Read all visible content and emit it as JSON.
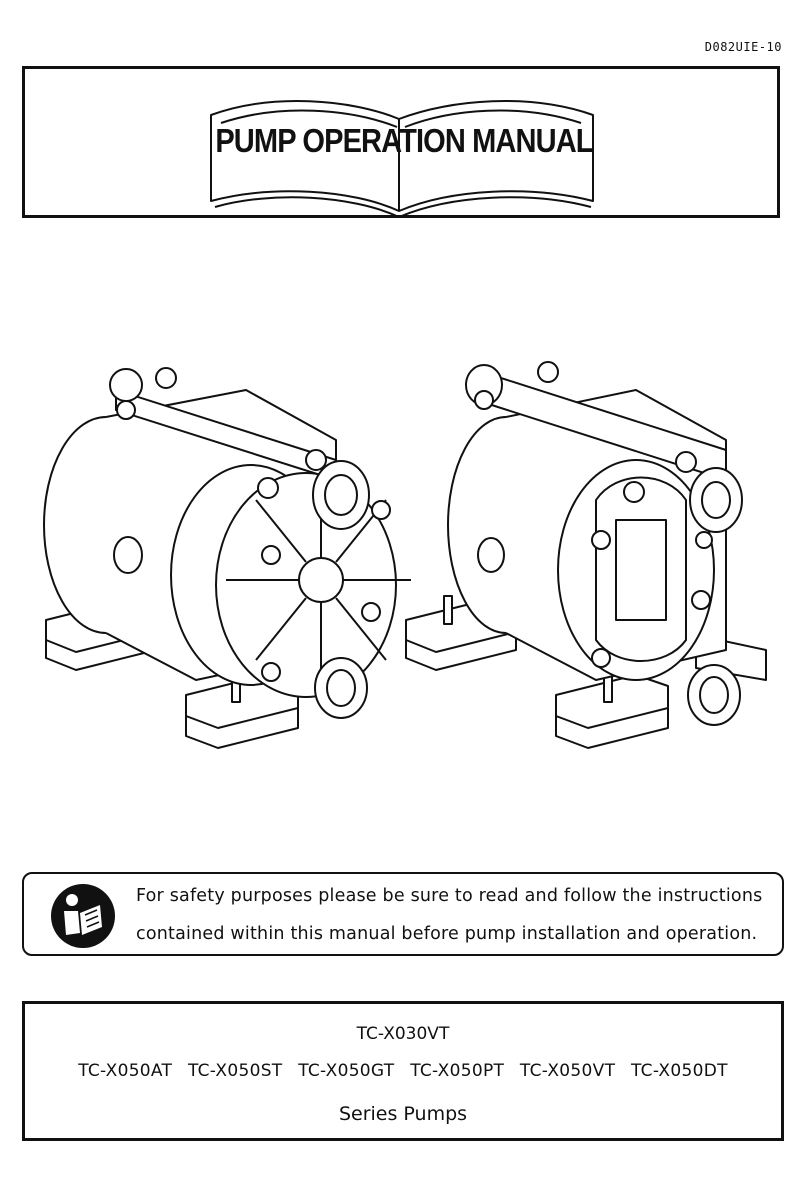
{
  "document": {
    "code": "D082UIE-10",
    "title": "PUMP OPERATION MANUAL"
  },
  "notice": {
    "icon": "read-manual-icon",
    "line1": "For safety purposes please be sure to read and follow the instructions",
    "line2": "contained within this manual before pump installation and operation."
  },
  "models": {
    "primary": "TC-X030VT",
    "list": [
      "TC-X050AT",
      "TC-X050ST",
      "TC-X050GT",
      "TC-X050PT",
      "TC-X050VT",
      "TC-X050DT"
    ],
    "series_label": "Series Pumps"
  },
  "illustration": {
    "icon": "diaphragm-pump-illustration"
  }
}
